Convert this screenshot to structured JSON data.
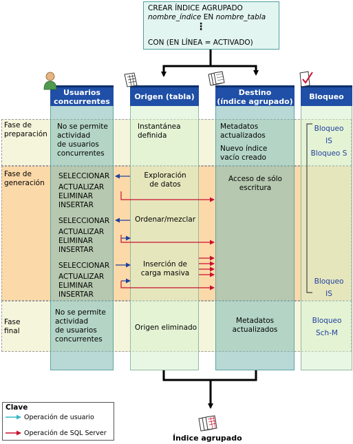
{
  "header": {
    "line1": "CREAR ÍNDICE AGRUPADO",
    "line2_name": "nombre_índice",
    "line2_mid": " EN ",
    "line2_table": "nombre_tabla",
    "ellipsis": "⋮",
    "line4": "CON (EN LÍNEA = ACTIVADO)"
  },
  "columns": {
    "users": [
      "Usuarios",
      "concurrentes"
    ],
    "source": [
      "Origen (tabla)"
    ],
    "dest": [
      "Destino",
      "(índice agrupado)"
    ],
    "lock": [
      "Bloqueo"
    ]
  },
  "phases": {
    "prep": [
      "Fase de",
      "preparación"
    ],
    "build": [
      "Fase de",
      "generación"
    ],
    "final": [
      "Fase",
      "final"
    ]
  },
  "prep": {
    "users": [
      "No se permite",
      "actividad",
      "de usuarios",
      "concurrentes"
    ],
    "source": [
      "Instantánea",
      "definida"
    ],
    "dest1": [
      "Metadatos",
      "actualizados"
    ],
    "dest2": [
      "Nuevo índice",
      "vacío creado"
    ],
    "lock": [
      "Bloqueo",
      "IS",
      "Bloqueo S"
    ]
  },
  "build": {
    "ops_group": [
      "SELECCIONAR",
      "ACTUALIZAR",
      "ELIMINAR",
      "INSERTAR"
    ],
    "source1": [
      "Exploración",
      "de datos"
    ],
    "source2": [
      "Ordenar/mezclar"
    ],
    "source3": [
      "Inserción de",
      "carga masiva"
    ],
    "dest": [
      "Acceso de sólo",
      "escritura"
    ],
    "lock": [
      "Bloqueo",
      "IS"
    ]
  },
  "final": {
    "users": [
      "No se permite",
      "actividad",
      "de usuarios",
      "concurrentes"
    ],
    "source": [
      "Origen eliminado"
    ],
    "dest": [
      "Metadatos",
      "actualizados"
    ],
    "lock": [
      "Bloqueo",
      "Sch-M"
    ]
  },
  "legend": {
    "title": "Clave",
    "user_op": "Operación de usuario",
    "sql_op": "Operación de SQL Server"
  },
  "footer": {
    "label": "Índice agrupado"
  },
  "colors": {
    "header_blue": "#1f4fa6",
    "user_arrow": "#1f3f9e",
    "sql_arrow": "#c8102e",
    "teal_arrow": "#39b6c8"
  },
  "icons": {
    "users": "user-icon",
    "source": "table-grid-icon",
    "dest": "stacked-grid-icon",
    "lock": "checked-document-icon"
  }
}
